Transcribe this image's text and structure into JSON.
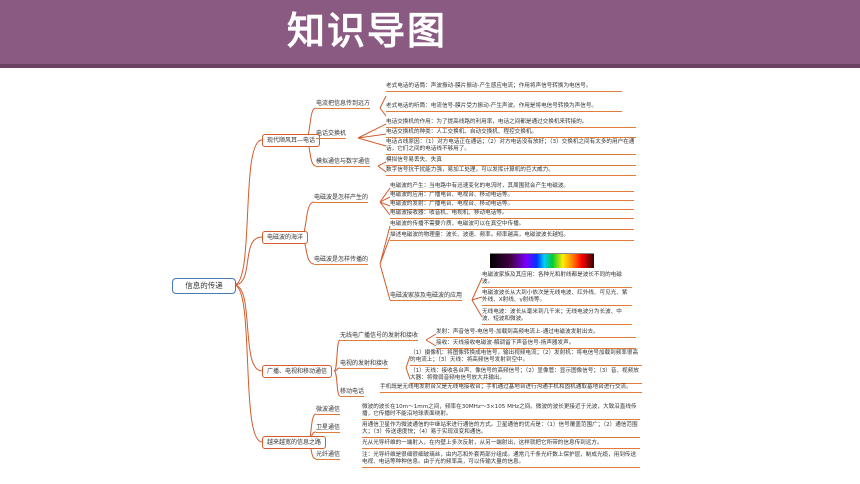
{
  "title": "知识导图",
  "root": "信息的传递",
  "branches": {
    "b1": "现代顺风耳—电话",
    "b2": "电磁波的海洋",
    "b3": "广播、电视和移动通信",
    "b4": "越来越宽的信息之路"
  },
  "l1": {
    "b1_a": "电流把信息传到远方",
    "b1_b": "电话交换机",
    "b1_c": "模拟通信与数字通信",
    "b2_a": "电磁波是怎样产生的",
    "b2_b": "电磁波是怎样传播的",
    "b2_c": "电磁波家族及电磁波的应用",
    "b3_a": "无线电广播信号的发射和接收",
    "b3_b": "电视的发射和接收",
    "b3_c": "移动电话",
    "b4_a": "微波通信",
    "b4_b": "卫星通信",
    "b4_c": "光纤通信"
  },
  "leaves": {
    "b1_a1": "老式电话的话筒：声波振动-膜片振动-产生感应电流；作用将声信号转换为电信号。",
    "b1_a2": "老式电话的听筒：电流信号-膜片受力振动-产生声波。作用是将电信号转换为声信号。",
    "b1_b1": "电话交换机的作用：为了提高线路的利用率，电话之间都是通过交换机来转接的。",
    "b1_b2": "电话交换机的种类：人工交换机、自动交换机、程控交换机。",
    "b1_b3": "电话占线原因：（1）对方电话正在通话；（2）对方电话没有放好；（3）交换机之间有太多的用户在通话，它们之间的电话线不够用了。",
    "b1_c1": "模拟信号易丢失、失真",
    "b1_c2": "数字信号抗干扰能力强，易加工处理，可以发挥计算机的巨大威力。",
    "b2_a1": "电磁波的产生：当电路中有迅速变化的电流时，其周围就会产生电磁波。",
    "b2_a2": "电磁波的应用：广播电台、电视台、移动电话等。",
    "b2_a3": "电磁波的发射：广播电台、电视台、移动电话等。",
    "b2_a4": "电磁波接收器：收音机、电视机、移动电话等。",
    "b2_b1": "电磁波的传播不需要介质，电磁波可以在真空中传播。",
    "b2_b2": "描述电磁波的物理量：波长、波速、频率。频率越高，电磁波波长越短。",
    "b2_c1": "电磁波家族及其应用：各种光和射线都是波长不同的电磁波。",
    "b2_c2": "电磁波波长从大到小依次是无线电波、红外线、可见光、紫外线、X射线、γ射线等。",
    "b2_c3": "无线电波：波长从毫米到几千米；无线电波分为长波、中波、短波和微波。",
    "b3_a1": "发射：声音信号-电信号-加载到高频电流上-通过电磁波发射出去。",
    "b3_a2": "接收：天线接收电磁波-解调留下声音信号-扬声器发声。",
    "b3_b1": "（1）摄像机：将图像转换成电信号，输出视频电流；（2）发射机：将电信号加载到频率很高的电流上；（3）天线：将高频信号发射到空中。",
    "b3_b2": "（1）天线：接收各台声、像信号的高频信号；（2）显像管：显示图像信号；（3）音、视频放大器：将微弱音频电信号放大并输出。",
    "b3_c1": "手机既是无线电发射台又是无线电接收台；手机通过基地台进行沟通手机和固机通取基地台进行交流。",
    "b4_a1": "微波的波长在10m～1mm之间，频率在30MHz～3×105 MHz之间。微波的波长更接近于光波，大致沿直线传播，它传播时不能沿地球表面绕射。",
    "b4_b1": "用通信卫星作为微波通信的中继站来进行通信的方式。卫星通信的优点是：（1）信号覆盖范围广；（2）通信范围大；（3）传送速度快；（4）易于实现双变和通信。",
    "b4_c1": "光从光导纤维的一端射入，在内壁上多次反射，从另一端射出，这样就把它所带的信息传到远方。",
    "b4_c2": "注：光导纤维是很细很细玻璃丝，由内芯和外套两部分组成。通常几千条光纤数上保护层，制成光缆，用到传送电视、电话等种种信息。由于光的频率高，可以传输大量的信息。"
  }
}
